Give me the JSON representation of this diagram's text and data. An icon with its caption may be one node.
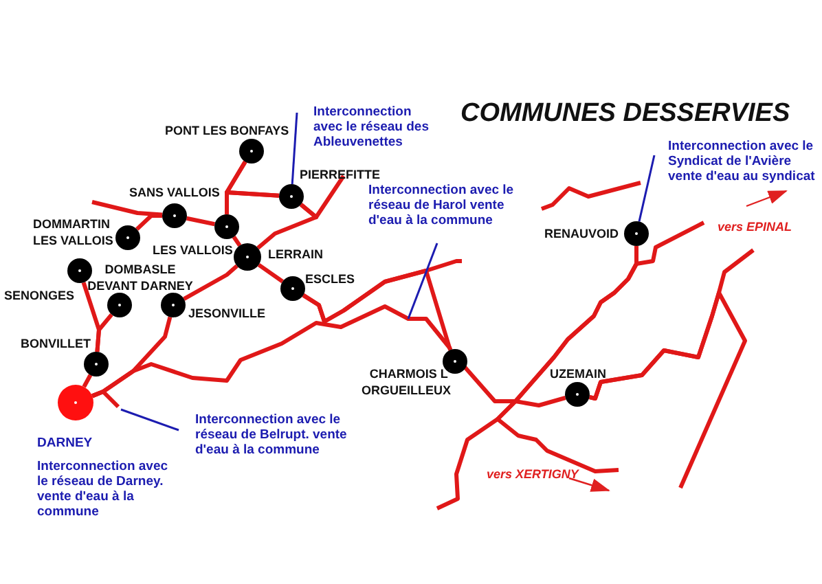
{
  "diagram": {
    "title": "COMMUNES DESSERVIES",
    "nodes": [
      {
        "text": [
          "Interconnection avec le réseau des Ableuvenettes"
        ]
      },
      {
        "text": [
          "PONT LES BONFAYS"
        ]
      },
      {
        "text": [
          "PIERREFITTE"
        ]
      },
      {
        "text": [
          "Interconnection avec le réseau de Harol vente d'eau à la commune"
        ]
      },
      {
        "text": [
          "Interconnection avec le Syndicat de l'Avière vente d'eau au syndicat"
        ]
      },
      {
        "text": [
          "SANS VALLOIS"
        ]
      },
      {
        "text": [
          "DOMMARTIN LES VALLOIS"
        ]
      },
      {
        "text": [
          "LES VALLOIS"
        ]
      },
      {
        "text": [
          "LERRAIN"
        ]
      },
      {
        "text": [
          "RENAUVOID"
        ]
      },
      {
        "text": [
          "DOMBASLE DEVANT DARNEY"
        ]
      },
      {
        "text": [
          "SENONGES"
        ]
      },
      {
        "text": [
          "ESCLES"
        ]
      },
      {
        "text": [
          "JESONVILLE"
        ]
      },
      {
        "text": [
          "CHARMOIS L' ORGUEILLEUX"
        ]
      },
      {
        "text": [
          "BONVILLET"
        ]
      },
      {
        "text": [
          "UZEMAIN"
        ]
      },
      {
        "text": [
          "DARNEY"
        ],
        "beside": [
          "Interconnection avec le réseau de Darney. vente d'eau à la commune"
        ]
      },
      {
        "text": [
          "Interconnection avec le réseau de Belrupt. vente d'eau à la commune"
        ]
      }
    ],
    "edges": [
      {
        "from": 1,
        "to": 7,
        "arrow": "none"
      },
      {
        "from": 1,
        "to": 2,
        "arrow": "none"
      },
      {
        "from": 2,
        "to": 7,
        "arrow": "none"
      },
      {
        "from": 6,
        "to": 5,
        "arrow": "none"
      },
      {
        "from": 5,
        "to": 7,
        "arrow": "none"
      },
      {
        "from": 7,
        "to": 8,
        "arrow": "none"
      },
      {
        "from": 8,
        "to": 12,
        "arrow": "none"
      },
      {
        "from": 8,
        "to": 13,
        "arrow": "none"
      },
      {
        "from": 8,
        "to": 2,
        "arrow": "none"
      },
      {
        "from": 11,
        "to": 15,
        "arrow": "none"
      },
      {
        "from": 10,
        "to": 15,
        "arrow": "none"
      },
      {
        "from": 15,
        "to": 17,
        "arrow": "none"
      },
      {
        "from": 13,
        "to": 17,
        "arrow": "none"
      },
      {
        "from": 14,
        "to": 16,
        "arrow": "none"
      },
      {
        "from": 5,
        "to": null,
        "arrow": "none"
      },
      {
        "from": 2,
        "to": null,
        "arrow": "none"
      },
      {
        "from": 17,
        "to": 14,
        "arrow": "none"
      },
      {
        "from": 17,
        "to": null,
        "arrow": "none"
      },
      {
        "from": 12,
        "to": 14,
        "arrow": "none"
      },
      {
        "from": 12,
        "to": null,
        "arrow": "none"
      },
      {
        "from": 9,
        "to": null,
        "arrow": "none"
      },
      {
        "from": 9,
        "to": null,
        "arrow": "none"
      },
      {
        "from": 9,
        "to": null,
        "arrow": "none"
      },
      {
        "from": 16,
        "to": null,
        "arrow": "none"
      },
      {
        "from": 16,
        "to": null,
        "arrow": "none"
      },
      {
        "from": 0,
        "to": 2,
        "arrow": "none",
        "color": "#1c1cb0"
      },
      {
        "from": 4,
        "to": 9,
        "arrow": "none",
        "color": "#1c1cb0"
      },
      {
        "from": 3,
        "to": null,
        "arrow": "none",
        "color": "#1c1cb0"
      },
      {
        "from": 18,
        "to": null,
        "arrow": "none",
        "color": "#1c1cb0"
      }
    ],
    "labels": [
      "vers EPINAL",
      "vers XERTIGNY"
    ]
  }
}
